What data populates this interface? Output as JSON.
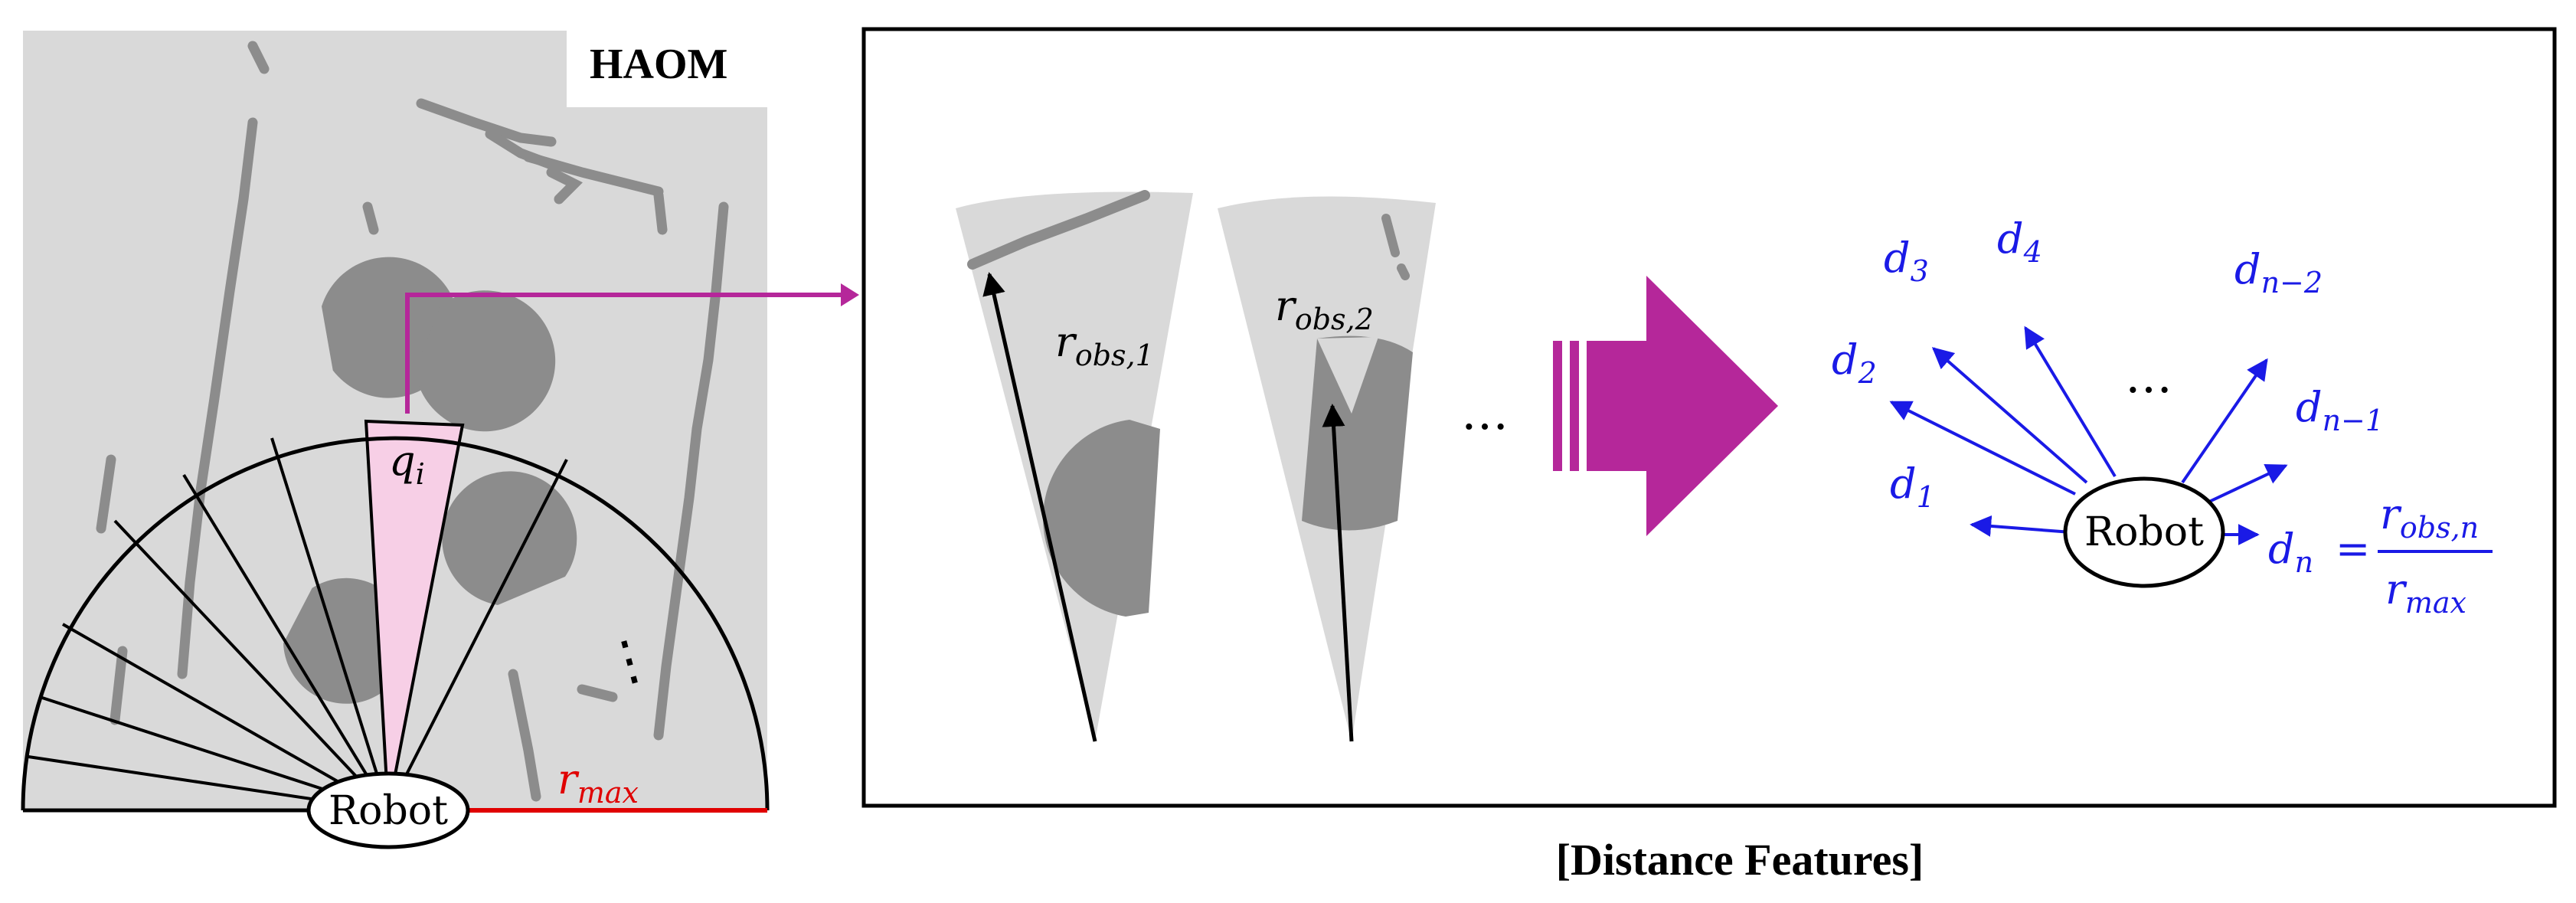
{
  "map_panel": {
    "title": "HAOM",
    "robot_label": "Robot",
    "sector_label_base": "q",
    "sector_label_sub": "i",
    "range_label_base": "r",
    "range_label_sub": "max",
    "ellipsis": "⋮"
  },
  "sectors_panel": {
    "sector1_label_base": "r",
    "sector1_label_sub": "obs,1",
    "sector2_label_base": "r",
    "sector2_label_sub": "obs,2",
    "ellipsis": "…"
  },
  "features": {
    "robot_label": "Robot",
    "d1_base": "d",
    "d1_sub": "1",
    "d2_base": "d",
    "d2_sub": "2",
    "d3_base": "d",
    "d3_sub": "3",
    "d4_base": "d",
    "d4_sub": "4",
    "dn2_base": "d",
    "dn2_sub": "n−2",
    "dn1_base": "d",
    "dn1_sub": "n−1",
    "dn_base": "d",
    "dn_sub": "n",
    "equals": "=",
    "num_base": "r",
    "num_sub": "obs,n",
    "den_base": "r",
    "den_sub": "max",
    "ellipsis": "…"
  },
  "caption": "[Distance Features]",
  "colors": {
    "map_gray": "#d9d9d9",
    "obstacle": "#8c8c8c",
    "highlight_sector": "#f7cfe6",
    "arrow_magenta": "#b5279a",
    "range_red": "#e00000",
    "feature_blue": "#1a1ae6"
  }
}
